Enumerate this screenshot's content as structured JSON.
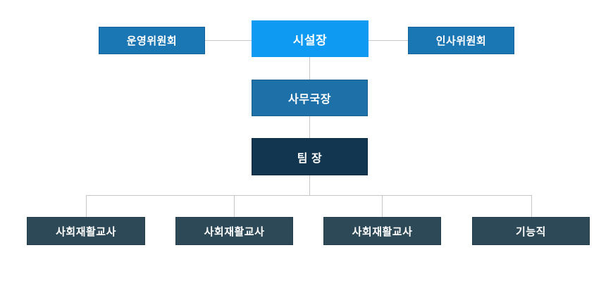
{
  "palette": {
    "background": "#ffffff",
    "connector_gray": "#c6c6c6",
    "node_text": "#ffffff",
    "root_blue": "#0e9af2",
    "committee_blue": "#1b76b4",
    "secretary_blue": "#1d70a8",
    "team_leader_navy": "#133650",
    "staff_slate": "#2d4957"
  },
  "org_chart": {
    "root": {
      "label": "시설장"
    },
    "committees": [
      {
        "label": "운영위원회"
      },
      {
        "label": "인사위원회"
      }
    ],
    "secretary": {
      "label": "사무국장"
    },
    "team_leader": {
      "label": "팀 장"
    },
    "staff": [
      {
        "label": "사회재활교사"
      },
      {
        "label": "사회재활교사"
      },
      {
        "label": "사회재활교사"
      },
      {
        "label": "기능직"
      }
    ]
  }
}
